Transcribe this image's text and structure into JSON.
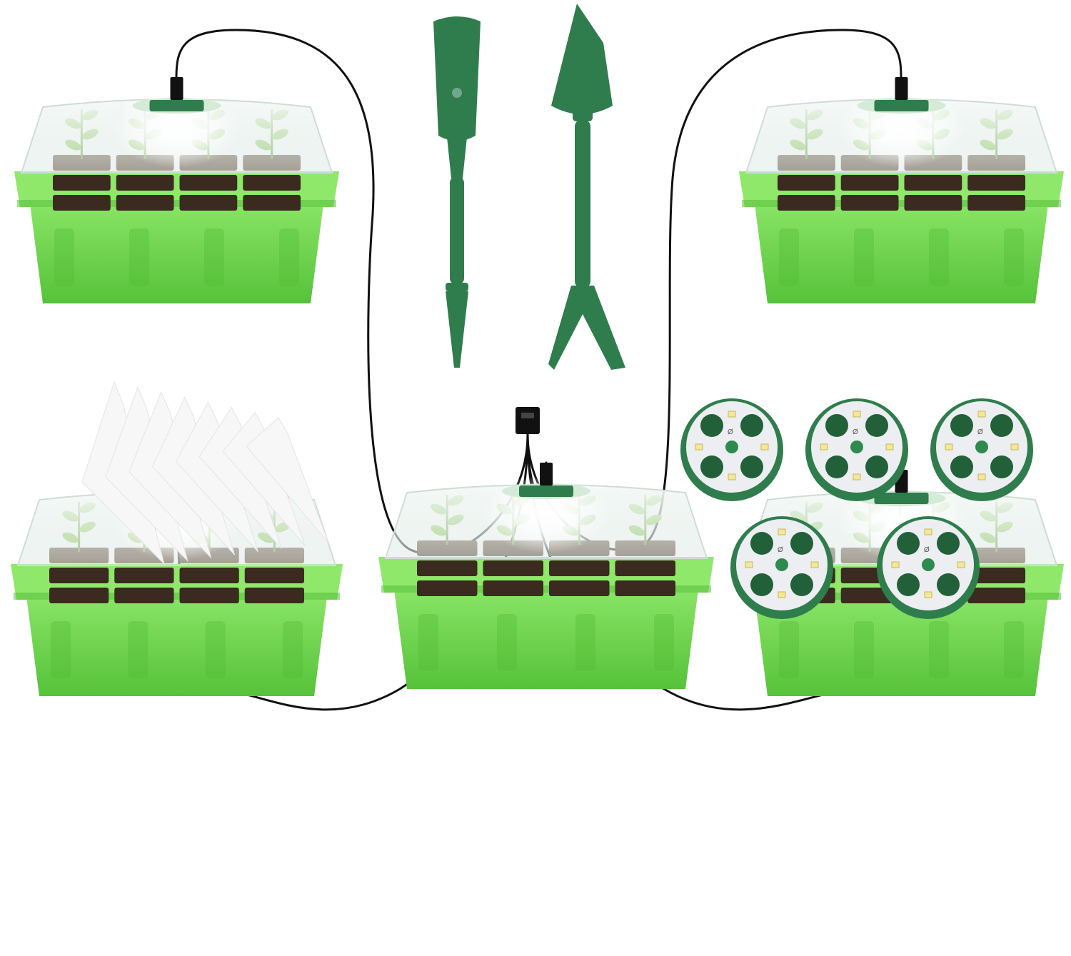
{
  "scene": {
    "subject": "seed-starter-kit",
    "colors": {
      "background": "#ffffff",
      "tray_green": "#6fd84a",
      "tray_green_dark": "#4fb934",
      "tray_green_light": "#8fe86a",
      "tool_green": "#2f7d4c",
      "tool_green_dark": "#226039",
      "cable": "#111111",
      "soil": "#3a2a20",
      "soil_light": "#5a4232",
      "sprout": "#7cc23a",
      "dome": "#e9f2ee",
      "led_board": "#eceef2",
      "label_white": "#f7f7f7"
    },
    "counts": {
      "trays": 5,
      "led_pods": 5,
      "plant_labels": 8,
      "tools": 2,
      "cells_per_tray": 12
    },
    "pod_text": "Ø"
  }
}
